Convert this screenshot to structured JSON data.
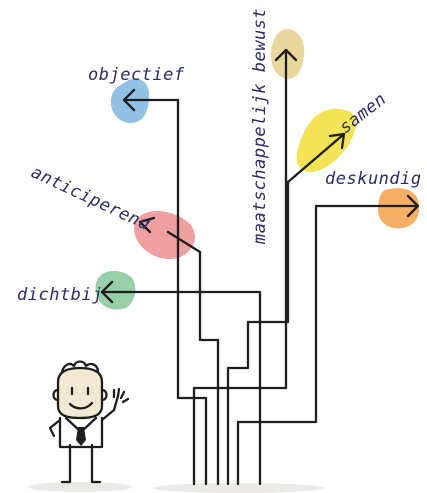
{
  "labels": {
    "objectief": "objectief",
    "maatschappelijk_bewust": "maatschappelijk bewust",
    "samen": "samen",
    "deskundig": "deskundig",
    "anticiperend": "anticiperend",
    "dichtbij": "dichtbij"
  },
  "colors": {
    "objectief_blob": "#7fb6e0",
    "maatschappelijk_bewust_blob": "#e6d08c",
    "samen_blob": "#f1df3a",
    "deskundig_blob": "#f3a24a",
    "anticiperend_blob": "#ec8f8f",
    "dichtbij_blob": "#86c79a",
    "ink": "#1e1e1e",
    "label_text": "#2c2b66"
  },
  "icons": {
    "figure": "waving-person-figure",
    "arrowheads": "arrow-head"
  }
}
